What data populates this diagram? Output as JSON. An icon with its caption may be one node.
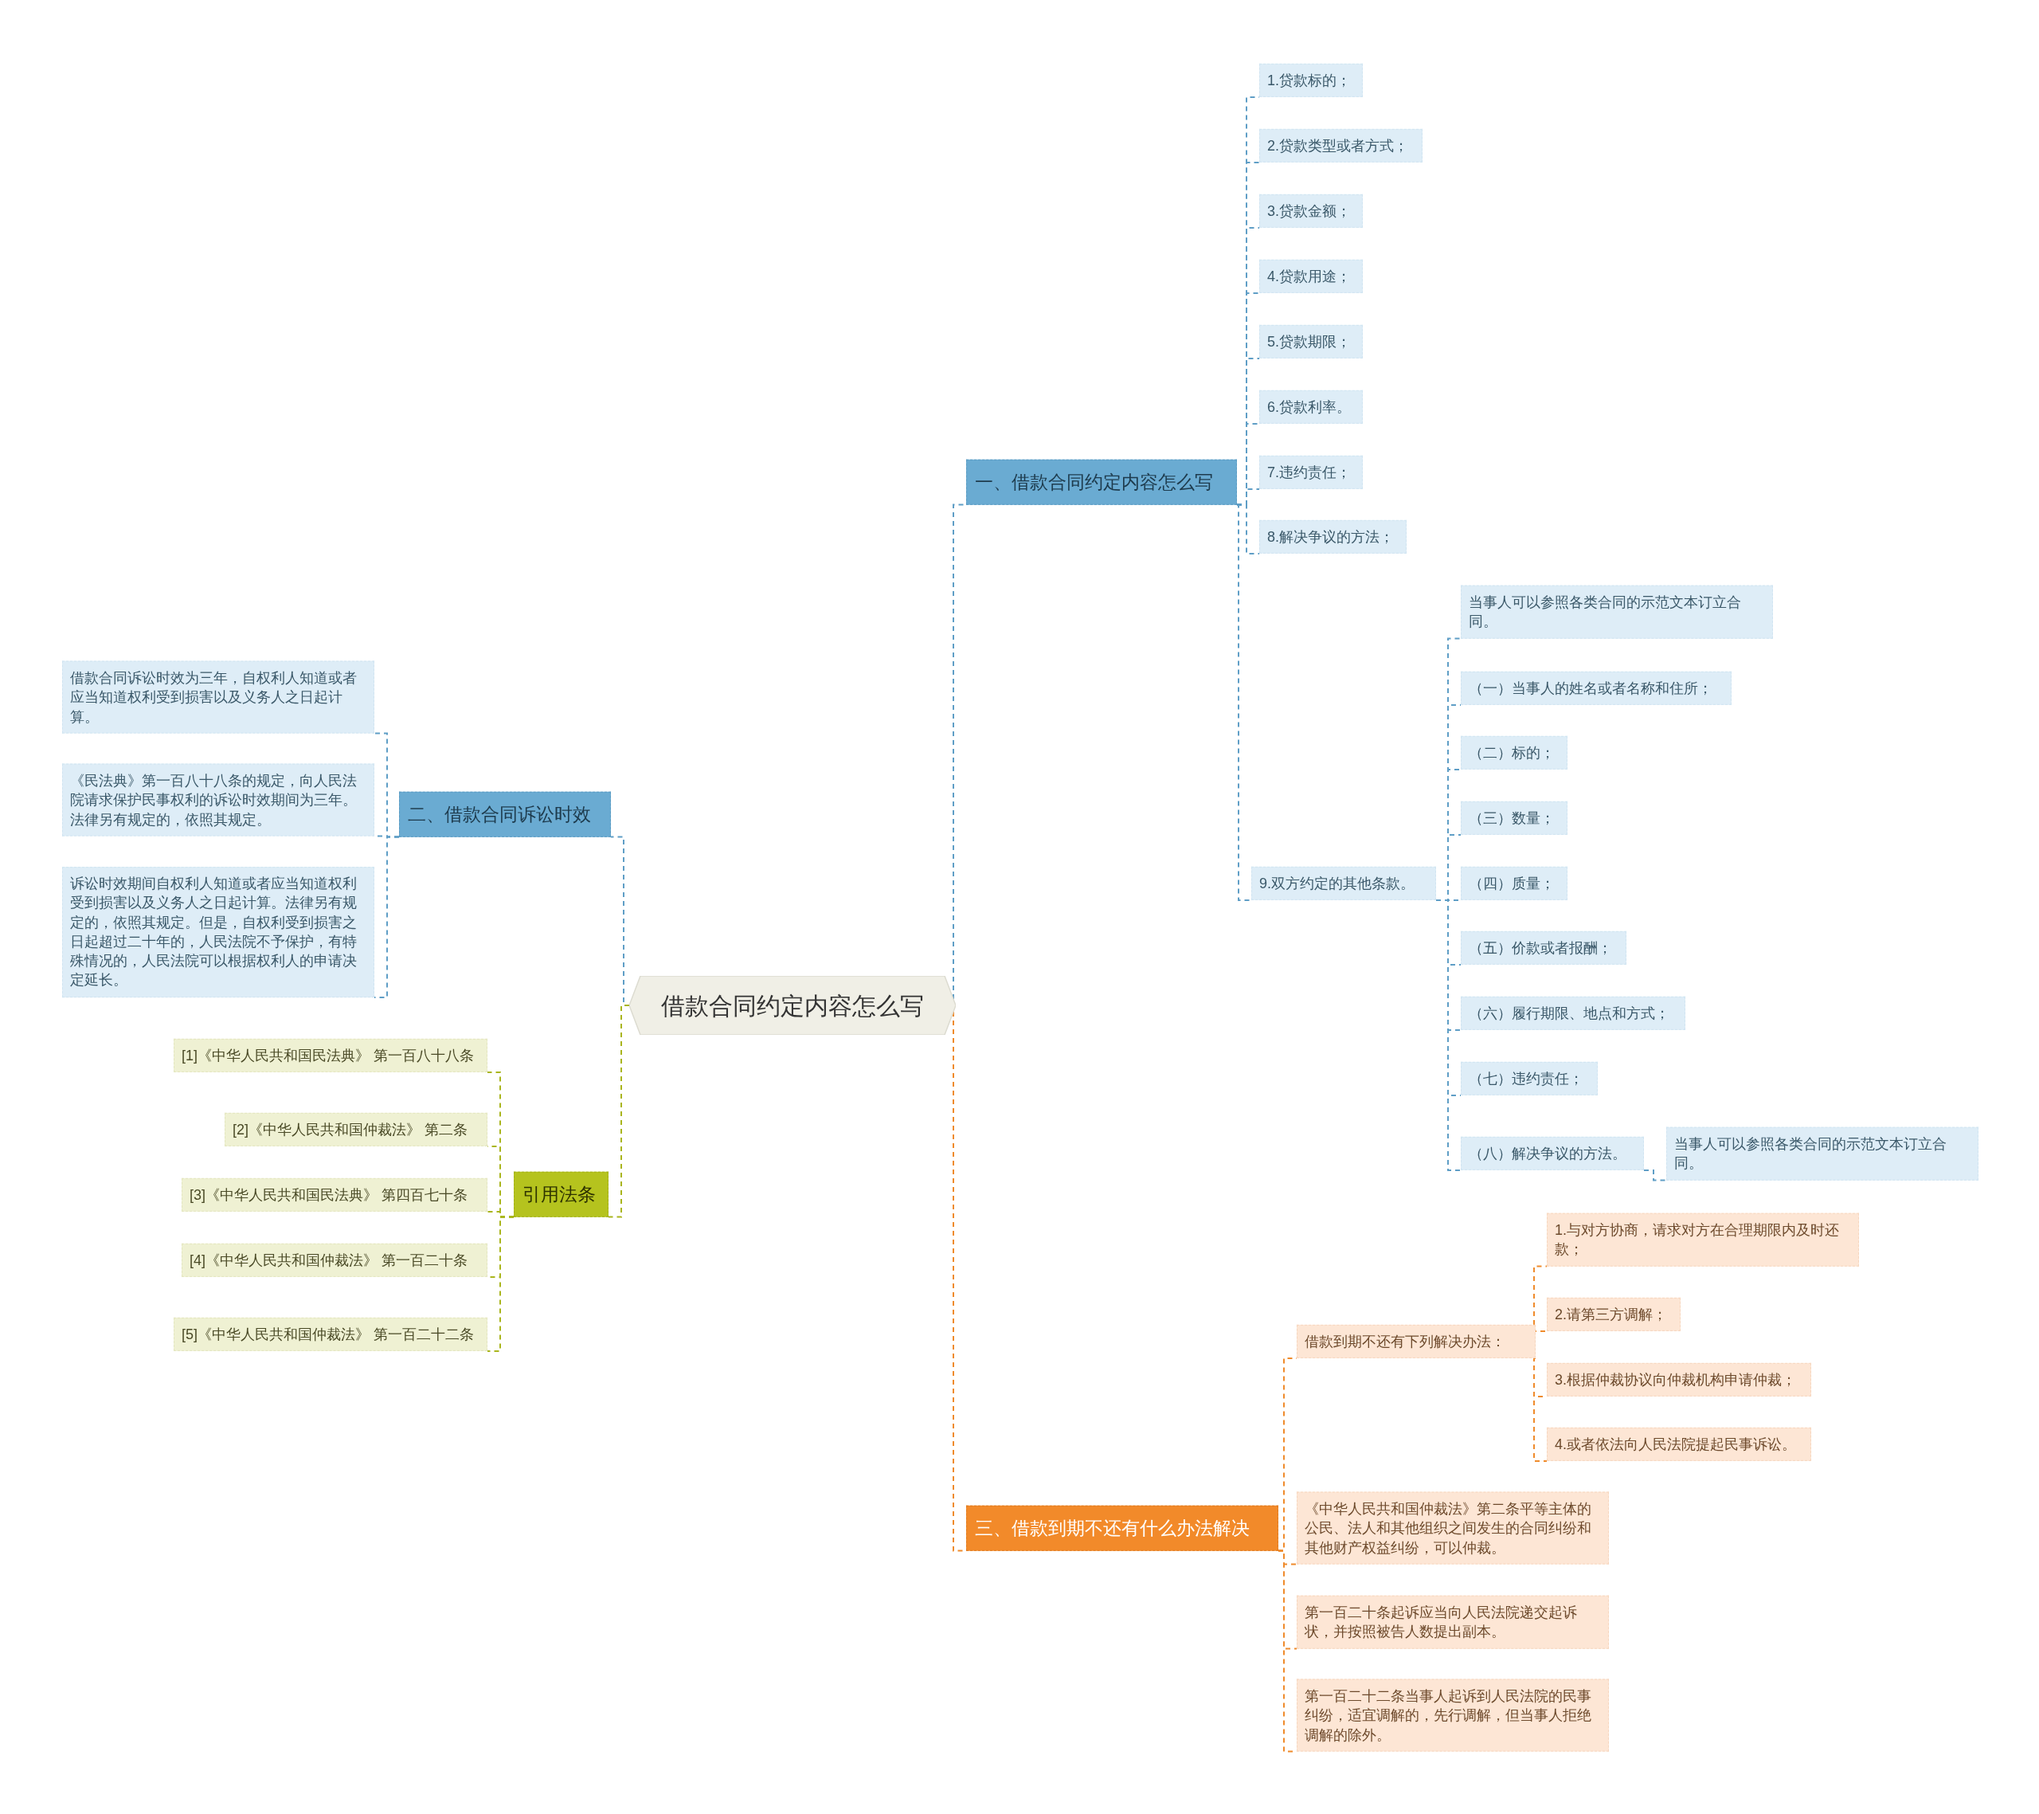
{
  "diagram": {
    "nodes": [
      {
        "text": [
          "借款合同约定内容怎么写"
        ]
      },
      {
        "text": [
          "一、借款合同约定内容怎么写"
        ]
      },
      {
        "text": [
          "1.贷款标的；"
        ]
      },
      {
        "text": [
          "2.贷款类型或者方式；"
        ]
      },
      {
        "text": [
          "3.贷款金额；"
        ]
      },
      {
        "text": [
          "4.贷款用途；"
        ]
      },
      {
        "text": [
          "5.贷款期限；"
        ]
      },
      {
        "text": [
          "6.贷款利率。"
        ]
      },
      {
        "text": [
          "7.违约责任；"
        ]
      },
      {
        "text": [
          "8.解决争议的方法；"
        ]
      },
      {
        "text": [
          "9.双方约定的其他条款。"
        ]
      },
      {
        "text": [
          "当事人可以参照各类合同的示范文本订立合同。"
        ]
      },
      {
        "text": [
          "（一）当事人的姓名或者名称和住所；"
        ]
      },
      {
        "text": [
          "（二）标的；"
        ]
      },
      {
        "text": [
          "（三）数量；"
        ]
      },
      {
        "text": [
          "（四）质量；"
        ]
      },
      {
        "text": [
          "（五）价款或者报酬；"
        ]
      },
      {
        "text": [
          "（六）履行期限、地点和方式；"
        ]
      },
      {
        "text": [
          "（七）违约责任；"
        ]
      },
      {
        "text": [
          "（八）解决争议的方法。"
        ]
      },
      {
        "text": [
          "当事人可以参照各类合同的示范文本订立合同。"
        ]
      },
      {
        "text": [
          "二、借款合同诉讼时效"
        ]
      },
      {
        "text": [
          "借款合同诉讼时效为三年，自权利人知道或者应当知道权利受到损害以及义务人之日起计算。"
        ]
      },
      {
        "text": [
          "《民法典》第一百八十八条的规定，向人民法院请求保护民事权利的诉讼时效期间为三年。法律另有规定的，依照其规定。"
        ]
      },
      {
        "text": [
          "诉讼时效期间自权利人知道或者应当知道权利受到损害以及义务人之日起计算。法律另有规定的，依照其规定。但是，自权利受到损害之日起超过二十年的，人民法院不予保护，有特殊情况的，人民法院可以根据权利人的申请决定延长。"
        ]
      },
      {
        "text": [
          "引用法条"
        ]
      },
      {
        "text": [
          "[1]《中华人民共和国民法典》 第一百八十八条"
        ]
      },
      {
        "text": [
          "[2]《中华人民共和国仲裁法》 第二条"
        ]
      },
      {
        "text": [
          "[3]《中华人民共和国民法典》 第四百七十条"
        ]
      },
      {
        "text": [
          "[4]《中华人民共和国仲裁法》 第一百二十条"
        ]
      },
      {
        "text": [
          "[5]《中华人民共和国仲裁法》 第一百二十二条"
        ]
      },
      {
        "text": [
          "三、借款到期不还有什么办法解决"
        ]
      },
      {
        "text": [
          "借款到期不还有下列解决办法："
        ]
      },
      {
        "text": [
          "1.与对方协商，请求对方在合理期限内及时还款；"
        ]
      },
      {
        "text": [
          "2.请第三方调解；"
        ]
      },
      {
        "text": [
          "3.根据仲裁协议向仲裁机构申请仲裁；"
        ]
      },
      {
        "text": [
          "4.或者依法向人民法院提起民事诉讼。"
        ]
      },
      {
        "text": [
          "《中华人民共和国仲裁法》第二条平等主体的公民、法人和其他组织之间发生的合同纠纷和其他财产权益纠纷，可以仲裁。"
        ]
      },
      {
        "text": [
          "第一百二十条起诉应当向人民法院递交起诉状，并按照被告人数提出副本。"
        ]
      },
      {
        "text": [
          "第一百二十二条当事人起诉到人民法院的民事纠纷，适宜调解的，先行调解，但当事人拒绝调解的除外。"
        ]
      }
    ],
    "edges": [
      {
        "from": 0,
        "to": 1,
        "arrow": "none",
        "style": "dashed"
      },
      {
        "from": 1,
        "to": 2,
        "arrow": "none",
        "style": "dashed"
      },
      {
        "from": 1,
        "to": 3,
        "arrow": "none",
        "style": "dashed"
      },
      {
        "from": 1,
        "to": 4,
        "arrow": "none",
        "style": "dashed"
      },
      {
        "from": 1,
        "to": 5,
        "arrow": "none",
        "style": "dashed"
      },
      {
        "from": 1,
        "to": 6,
        "arrow": "none",
        "style": "dashed"
      },
      {
        "from": 1,
        "to": 7,
        "arrow": "none",
        "style": "dashed"
      },
      {
        "from": 1,
        "to": 8,
        "arrow": "none",
        "style": "dashed"
      },
      {
        "from": 1,
        "to": 9,
        "arrow": "none",
        "style": "dashed"
      },
      {
        "from": 1,
        "to": 10,
        "arrow": "none",
        "style": "dashed"
      },
      {
        "from": 10,
        "to": 11,
        "arrow": "none",
        "style": "dashed"
      },
      {
        "from": 10,
        "to": 12,
        "arrow": "none",
        "style": "dashed"
      },
      {
        "from": 10,
        "to": 13,
        "arrow": "none",
        "style": "dashed"
      },
      {
        "from": 10,
        "to": 14,
        "arrow": "none",
        "style": "dashed"
      },
      {
        "from": 10,
        "to": 15,
        "arrow": "none",
        "style": "dashed"
      },
      {
        "from": 10,
        "to": 16,
        "arrow": "none",
        "style": "dashed"
      },
      {
        "from": 10,
        "to": 17,
        "arrow": "none",
        "style": "dashed"
      },
      {
        "from": 10,
        "to": 18,
        "arrow": "none",
        "style": "dashed"
      },
      {
        "from": 10,
        "to": 19,
        "arrow": "none",
        "style": "dashed"
      },
      {
        "from": 19,
        "to": 20,
        "arrow": "none",
        "style": "dashed"
      },
      {
        "from": 0,
        "to": 21,
        "arrow": "none",
        "style": "dashed"
      },
      {
        "from": 21,
        "to": 22,
        "arrow": "none",
        "style": "dashed"
      },
      {
        "from": 21,
        "to": 23,
        "arrow": "none",
        "style": "dashed"
      },
      {
        "from": 21,
        "to": 24,
        "arrow": "none",
        "style": "dashed"
      },
      {
        "from": 0,
        "to": 25,
        "arrow": "none",
        "style": "dashed",
        "color": "#a9b51c"
      },
      {
        "from": 25,
        "to": 26,
        "arrow": "none",
        "style": "dashed",
        "color": "#a9b51c"
      },
      {
        "from": 25,
        "to": 27,
        "arrow": "none",
        "style": "dashed",
        "color": "#a9b51c"
      },
      {
        "from": 25,
        "to": 28,
        "arrow": "none",
        "style": "dashed",
        "color": "#a9b51c"
      },
      {
        "from": 25,
        "to": 29,
        "arrow": "none",
        "style": "dashed",
        "color": "#a9b51c"
      },
      {
        "from": 25,
        "to": 30,
        "arrow": "none",
        "style": "dashed",
        "color": "#a9b51c"
      },
      {
        "from": 0,
        "to": 31,
        "arrow": "none",
        "style": "dashed",
        "color": "#ef8b2c"
      },
      {
        "from": 31,
        "to": 32,
        "arrow": "none",
        "style": "dashed",
        "color": "#ef8b2c"
      },
      {
        "from": 32,
        "to": 33,
        "arrow": "none",
        "style": "dashed",
        "color": "#ef8b2c"
      },
      {
        "from": 32,
        "to": 34,
        "arrow": "none",
        "style": "dashed",
        "color": "#ef8b2c"
      },
      {
        "from": 32,
        "to": 35,
        "arrow": "none",
        "style": "dashed",
        "color": "#ef8b2c"
      },
      {
        "from": 32,
        "to": 36,
        "arrow": "none",
        "style": "dashed",
        "color": "#ef8b2c"
      },
      {
        "from": 31,
        "to": 37,
        "arrow": "none",
        "style": "dashed",
        "color": "#ef8b2c"
      },
      {
        "from": 31,
        "to": 38,
        "arrow": "none",
        "style": "dashed",
        "color": "#ef8b2c"
      },
      {
        "from": 31,
        "to": 39,
        "arrow": "none",
        "style": "dashed",
        "color": "#ef8b2c"
      }
    ]
  }
}
